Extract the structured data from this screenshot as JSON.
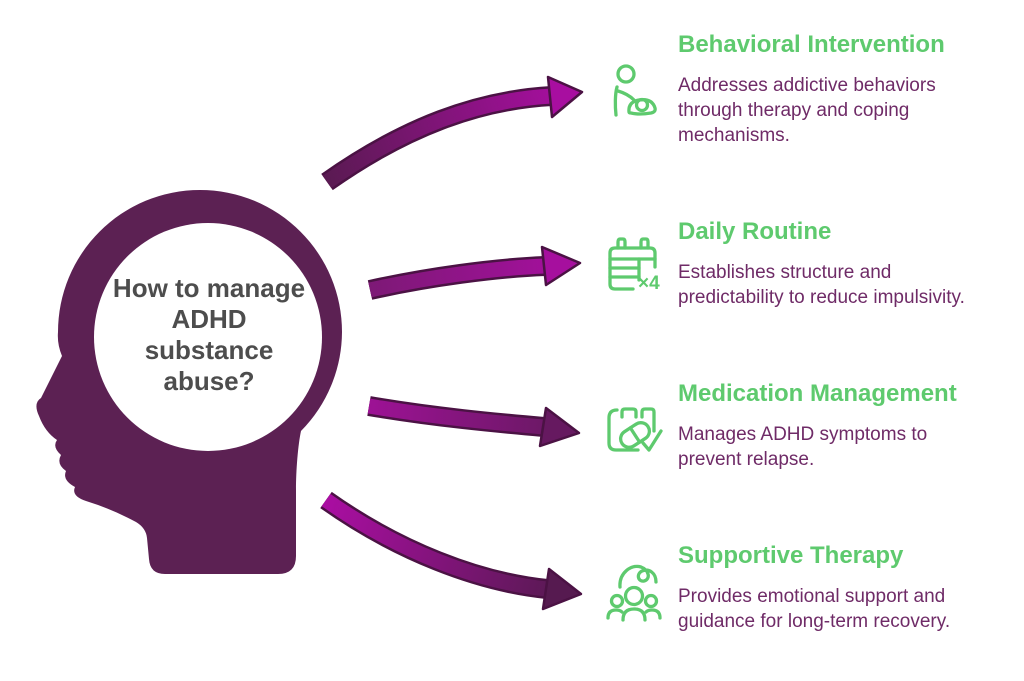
{
  "center": {
    "question": {
      "line1": "How to manage",
      "line2": "ADHD",
      "line3": "substance",
      "line4": "abuse?"
    }
  },
  "items": [
    {
      "title": "Behavioral Intervention",
      "description": "Addresses addictive behaviors through therapy and coping mechanisms.",
      "icon": "caregiver-patient-icon"
    },
    {
      "title": "Daily Routine",
      "description": "Establishes structure and predictability to reduce impulsivity.",
      "icon": "calendar-icon",
      "icon_label": "×4"
    },
    {
      "title": "Medication Management",
      "description": "Manages ADHD symptoms to prevent relapse.",
      "icon": "pill-calendar-check-icon"
    },
    {
      "title": "Supportive Therapy",
      "description": "Provides emotional support and guidance for long-term recovery.",
      "icon": "group-support-icon"
    }
  ],
  "colors": {
    "accent_green": "#5eca6e",
    "head_purple": "#5c2153",
    "arrow_bright_magenta": "#a80ea0",
    "arrow_dark_purple": "#561a50",
    "arrow_outline": "#4b1244",
    "description_text": "#6f2b67",
    "question_text": "#4d4d4d",
    "background": "#ffffff"
  }
}
